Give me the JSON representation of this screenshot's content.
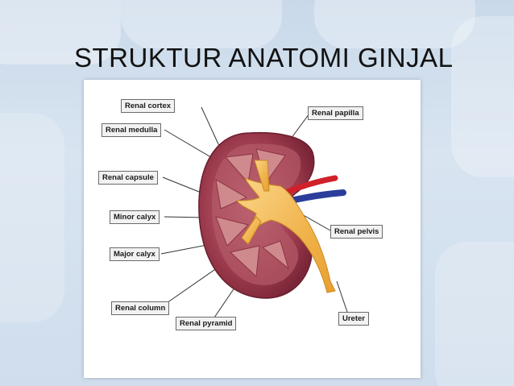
{
  "slide": {
    "title": "STRUKTUR ANATOMI GINJAL"
  },
  "diagram": {
    "labels": {
      "renal_cortex": "Renal cortex",
      "renal_papilla": "Renal papilla",
      "renal_medulla": "Renal medulla",
      "renal_capsule": "Renal capsule",
      "minor_calyx": "Minor calyx",
      "renal_pelvis": "Renal pelvis",
      "major_calyx": "Major calyx",
      "renal_column": "Renal column",
      "renal_pyramid": "Renal pyramid",
      "ureter": "Ureter"
    }
  },
  "colors": {
    "background": "#ccdcec",
    "kidney_cortex": "#9b3a4c",
    "kidney_medulla": "#cf8a8e",
    "pelvis": "#f0b24a",
    "artery": "#d0202a",
    "vein": "#2a3d9a"
  }
}
